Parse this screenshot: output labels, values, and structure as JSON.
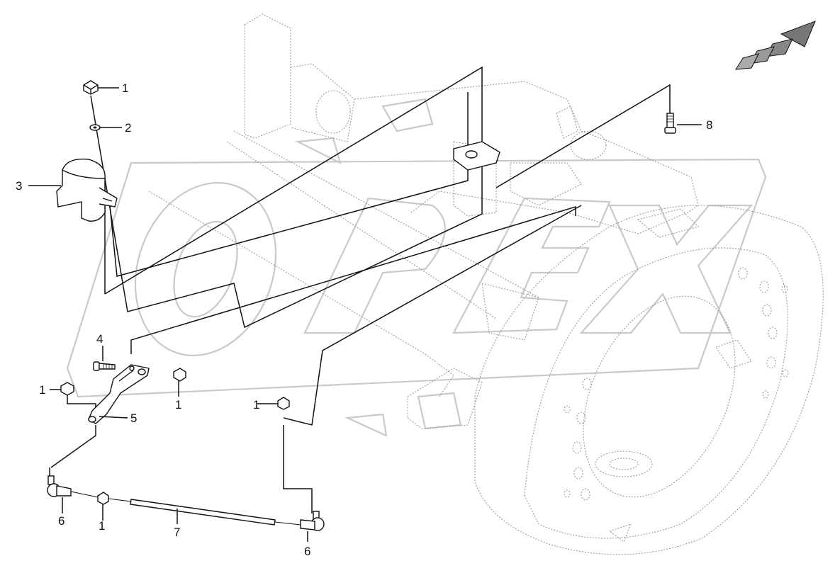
{
  "callouts": {
    "c1a": "1",
    "c2": "2",
    "c3": "3",
    "c4": "4",
    "c1b": "1",
    "c1c": "1",
    "c5": "5",
    "c1d": "1",
    "c6a": "6",
    "c1e": "1",
    "c7": "7",
    "c6b": "6",
    "c8": "8"
  },
  "watermark": "OPEX",
  "colors": {
    "lines": "#111111",
    "ghost": "#9a9a9a",
    "watermark": "#c9c9c9"
  },
  "icons": {
    "direction": "direction-arrow-icon"
  }
}
